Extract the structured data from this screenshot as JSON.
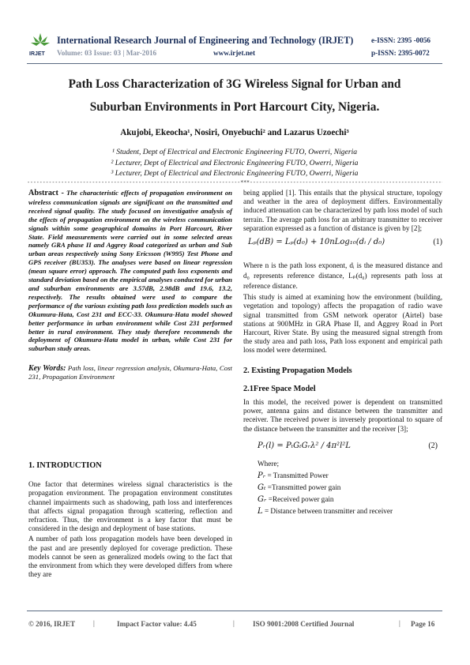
{
  "header": {
    "logo_text": "IRJET",
    "journal": "International Research Journal of Engineering and Technology (IRJET)",
    "volume": "Volume: 03 Issue: 03 | Mar-2016",
    "website": "www.irjet.net",
    "eissn": "e-ISSN: 2395 -0056",
    "pissn": "p-ISSN: 2395-0072"
  },
  "title_line1": "Path Loss Characterization of 3G Wireless Signal for Urban and",
  "title_line2": "Suburban Environments in Port Harcourt City, Nigeria.",
  "authors": "Akujobi, Ekeocha¹, Nosiri, Onyebuchi² and Lazarus Uzoechi³",
  "affiliations": [
    "¹ Student, Dept of Electrical and Electronic Engineering FUTO, Owerri, Nigeria",
    "² Lecturer, Dept of Electrical and Electronic Engineering FUTO, Owerri, Nigeria",
    "³ Lecturer, Dept of Electrical and Electronic Engineering FUTO, Owerri, Nigeria"
  ],
  "divider": "---------------------------------------------------------------------***---------------------------------------------------------------------",
  "abstract": {
    "label": "Abstract -",
    "text": "The characteristic effects of propagation environment on wireless communication signals are significant on the transmitted and received signal quality. The study focused on investigative analysis of the effects of propagation environment on the wireless communication signals within some geographical domains in Port Harcourt, River State. Field measurements were carried out in some selected areas namely GRA phase II and Aggrey Road categorized as urban and Sub urban areas respectively using Sony Ericsson (W995) Test Phone and GPS receiver (BU353). The analyses were based on linear regression (mean square error) approach. The computed path loss exponents and standard deviation based on the empirical analyses conducted for urban and suburban environments are 3.57dB, 2.98dB and 19.6, 13.2, respectively. The results obtained were used to compare the performance of the various existing path loss prediction models such as Okumura-Hata, Cost 231 and ECC-33. Okumura-Hata model showed better performance in urban environment while Cost 231 performed better in rural environment. They study therefore recommends the deployment of Okumura-Hata model in urban, while Cost 231 for suburban study areas."
  },
  "keywords": {
    "label": "Key Words:",
    "text": "Path loss, linear regression analysis, Okumura-Hata, Cost 231, Propagation Environment"
  },
  "intro": {
    "heading": "1. INTRODUCTION",
    "p1": "One factor that determines wireless signal characteristics is the propagation environment. The propagation environment constitutes channel impairments such as shadowing, path loss and interferences that affects signal propagation through scattering, reflection and refraction. Thus, the environment is a key factor that must be considered in the design and deployment of base stations.",
    "p2": "A number of path loss propagation models have been developed in the past and are presently deployed for coverage prediction. These models cannot be seen as generalized models owing to the fact that the environment from which they were developed differs from where they are"
  },
  "right": {
    "p1": "being applied [1]. This entails that the physical structure, topology and weather in the area of deployment differs. Environmentally induced attenuation can be characterized by path loss model of such terrain. The average path loss for an arbitrary transmitter to receiver separation expressed as a function of distance is given by [2];",
    "eq1": "Lₚ(dB) = Lₚ(d₀) + 10nLog₁₀(dᵢ / d₀)",
    "eq1_num": "(1)",
    "p2": "Where n is the path loss exponent, dᵢ is the measured distance and d₀ represents reference distance, Lₚ(d₀) represents path loss at reference distance.",
    "p3": "This study is aimed at examining how the environment (building, vegetation and topology) affects the propagation of radio wave signal transmitted from GSM network operator (Airtel) base stations at 900MHz in GRA Phase II, and Aggrey Road in Port Harcourt, River State. By using the measured signal strength from the study area and path loss, Path loss exponent and empirical path loss model were determined.",
    "sec2": "2. Existing Propagation Models",
    "sec21": "2.1Free Space Model",
    "p4": "In this model, the received power is dependent on transmitted power, antenna gains and distance between the transmitter and receiver. The received power is inversely proportional to square of the distance between the transmitter and the receiver [3];",
    "eq2": "Pᵣ(l) = PₜGₜGᵣλ² / 4π²l²L",
    "eq2_num": "(2)",
    "where": "Where;",
    "defs": [
      {
        "sym": "Pᵣ",
        "text": " = Transmitted Power"
      },
      {
        "sym": "Gₜ",
        "text": " =Transmitted power gain"
      },
      {
        "sym": "Gᵣ",
        "text": " =Received power gain"
      },
      {
        "sym": "L",
        "text": " = Distance between transmitter and receiver"
      }
    ]
  },
  "footer": {
    "copyright": "© 2016, IRJET",
    "impact": "Impact Factor value: 4.45",
    "iso": "ISO 9001:2008 Certified Journal",
    "page": "Page 16",
    "bar": "|"
  }
}
